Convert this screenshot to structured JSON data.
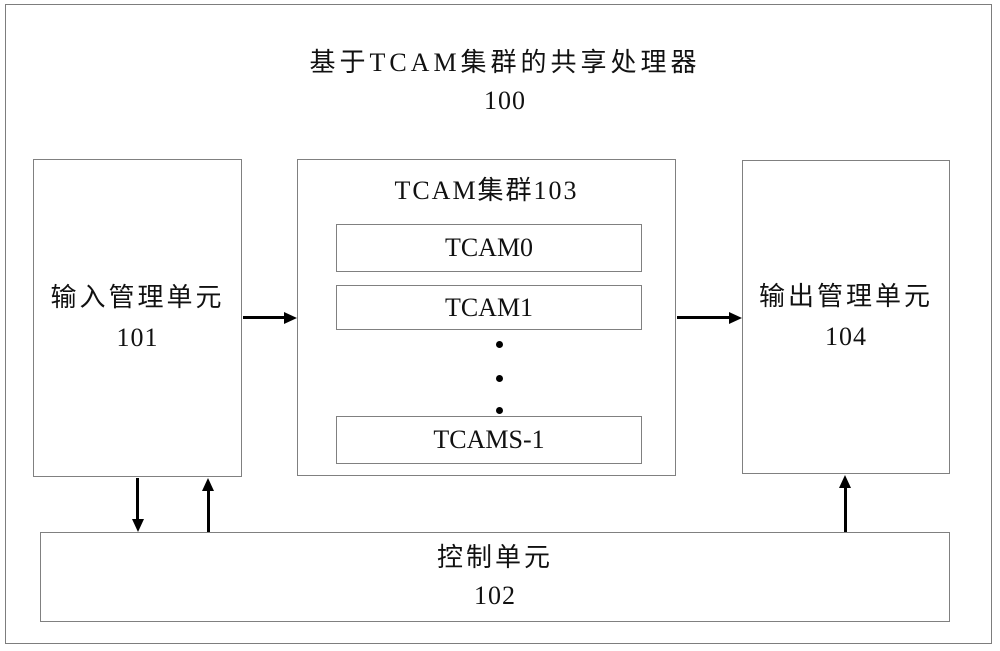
{
  "diagram": {
    "title": {
      "line1": "基于TCAM集群的共享处理器",
      "line2": "100"
    },
    "input_unit": {
      "label": "输入管理单元",
      "id": "101"
    },
    "cluster": {
      "label": "TCAM集群103",
      "items": [
        "TCAM0",
        "TCAM1",
        "TCAMS-1"
      ],
      "ellipsis": "⋮"
    },
    "output_unit": {
      "label": "输出管理单元",
      "id": "104"
    },
    "control_unit": {
      "label": "控制单元",
      "id": "102"
    },
    "colors": {
      "background": "#ffffff",
      "box_border": "#808080",
      "frame_border": "#7d7d7d",
      "arrow": "#000000",
      "text": "#111111"
    }
  }
}
